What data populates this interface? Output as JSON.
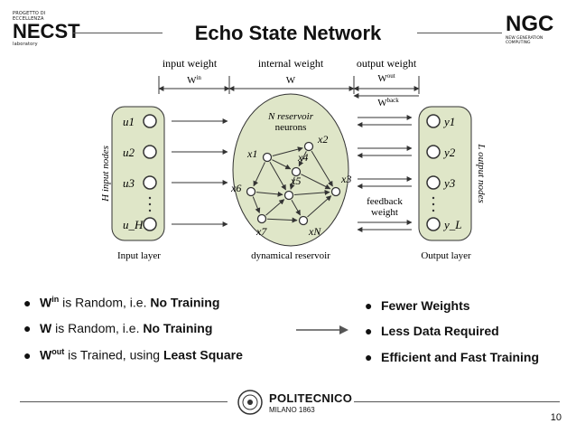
{
  "header": {
    "title": "Echo State Network",
    "left_logo": {
      "small_top": "PROGETTO DI ECCELLENZA",
      "name": "NECST",
      "small_bottom": "laboratory"
    },
    "right_logo": {
      "name": "NGC",
      "small": "NEW GENERATION COMPUTING"
    }
  },
  "diagram": {
    "top_labels": {
      "input": "input weight",
      "internal": "internal weight",
      "output": "output weight"
    },
    "weights": {
      "w_in": "W",
      "w_in_sup": "in",
      "w": "W",
      "w_out": "W",
      "w_out_sup": "out",
      "w_back": "W",
      "w_back_sup": "back"
    },
    "input_nodes": [
      "u1",
      "u2",
      "u3",
      "u_H"
    ],
    "output_nodes": [
      "y1",
      "y2",
      "y3",
      "y_L"
    ],
    "reservoir_title_1": "N reservoir",
    "reservoir_title_2": "neurons",
    "neurons": [
      "x1",
      "x2",
      "x3",
      "x4",
      "x5",
      "x6",
      "x7",
      "xN"
    ],
    "side_left": "H input nodes",
    "side_right": "L output nodes",
    "feedback": [
      "feedback",
      "weight"
    ],
    "bottom_labels": {
      "input": "Input layer",
      "reservoir": "dynamical reservoir",
      "output": "Output layer"
    }
  },
  "bullets_left": [
    {
      "pre": "W",
      "sup": "in",
      "mid": " is Random, i.e. ",
      "bold": "No Training"
    },
    {
      "pre": "W",
      "sup": "",
      "mid": " is Random, i.e. ",
      "bold": "No Training"
    },
    {
      "pre": "W",
      "sup": "out",
      "mid": " is Trained, using ",
      "bold": "Least Square"
    }
  ],
  "bullets_right": [
    "Fewer Weights",
    "Less Data Required",
    "Efficient and Fast Training"
  ],
  "footer": {
    "logo_name": "POLITECNICO",
    "logo_sub": "MILANO 1863",
    "page": "10"
  },
  "colors": {
    "reservoir_fill": "#dfe6c8",
    "layer_fill": "#dfe6c8",
    "stroke": "#333333"
  }
}
